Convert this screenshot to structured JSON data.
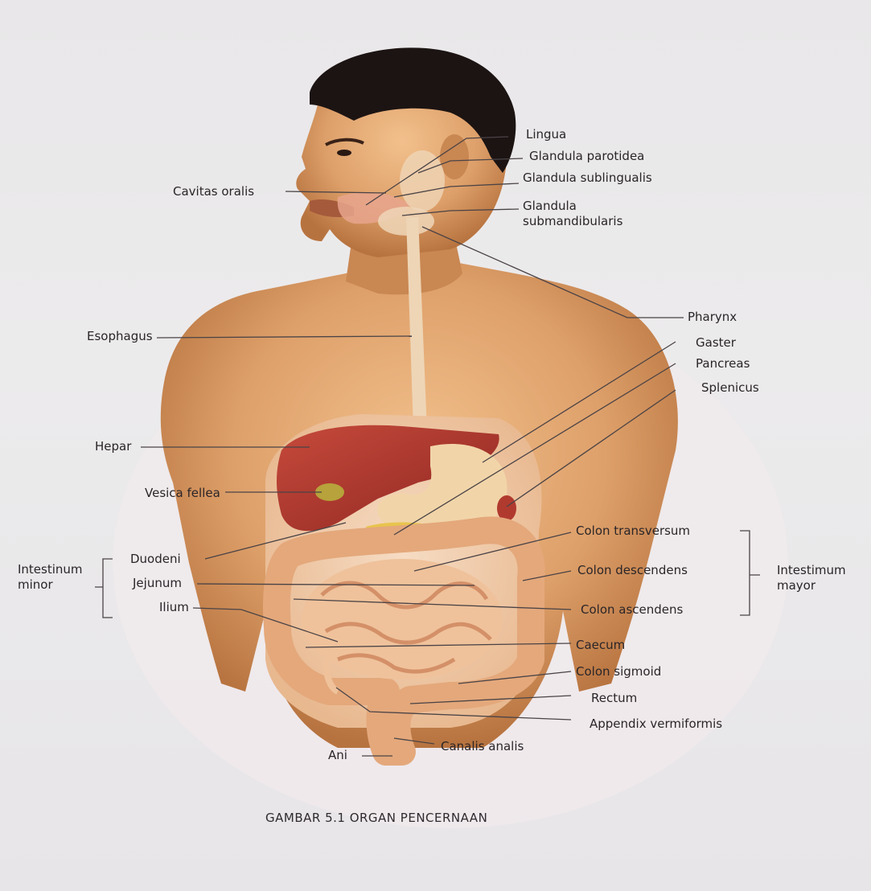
{
  "caption": "GAMBAR 5.1 ORGAN PENCERNAAN",
  "labels": {
    "lingua": "Lingua",
    "glandula_parotidea": "Glandula parotidea",
    "glandula_sublingualis": "Glandula sublingualis",
    "glandula_submandibularis_1": "Glandula",
    "glandula_submandibularis_2": "submandibularis",
    "cavitas_oralis": "Cavitas oralis",
    "pharynx": "Pharynx",
    "esophagus": "Esophagus",
    "gaster": "Gaster",
    "pancreas": "Pancreas",
    "splenicus": "Splenicus",
    "hepar": "Hepar",
    "vesica_fellea": "Vesica fellea",
    "intestinum_minor_1": "Intestinum",
    "intestinum_minor_2": "minor",
    "duodeni": "Duodeni",
    "jejunum": "Jejunum",
    "ilium": "Ilium",
    "colon_transversum": "Colon transversum",
    "colon_descendens": "Colon descendens",
    "colon_ascendens": "Colon ascendens",
    "intestimum_mayor_1": "Intestimum",
    "intestimum_mayor_2": "mayor",
    "caecum": "Caecum",
    "colon_sigmoid": "Colon sigmoid",
    "rectum": "Rectum",
    "appendix_vermiformis": "Appendix vermiformis",
    "canalis_analis": "Canalis analis",
    "ani": "Ani"
  },
  "colors": {
    "skin": "#d99a63",
    "skin_shadow": "#b8743f",
    "liver": "#a8312a",
    "stomach": "#efd2a6",
    "intestine": "#e9ad82",
    "hair": "#1c1413",
    "leader_line": "#4a4346"
  }
}
